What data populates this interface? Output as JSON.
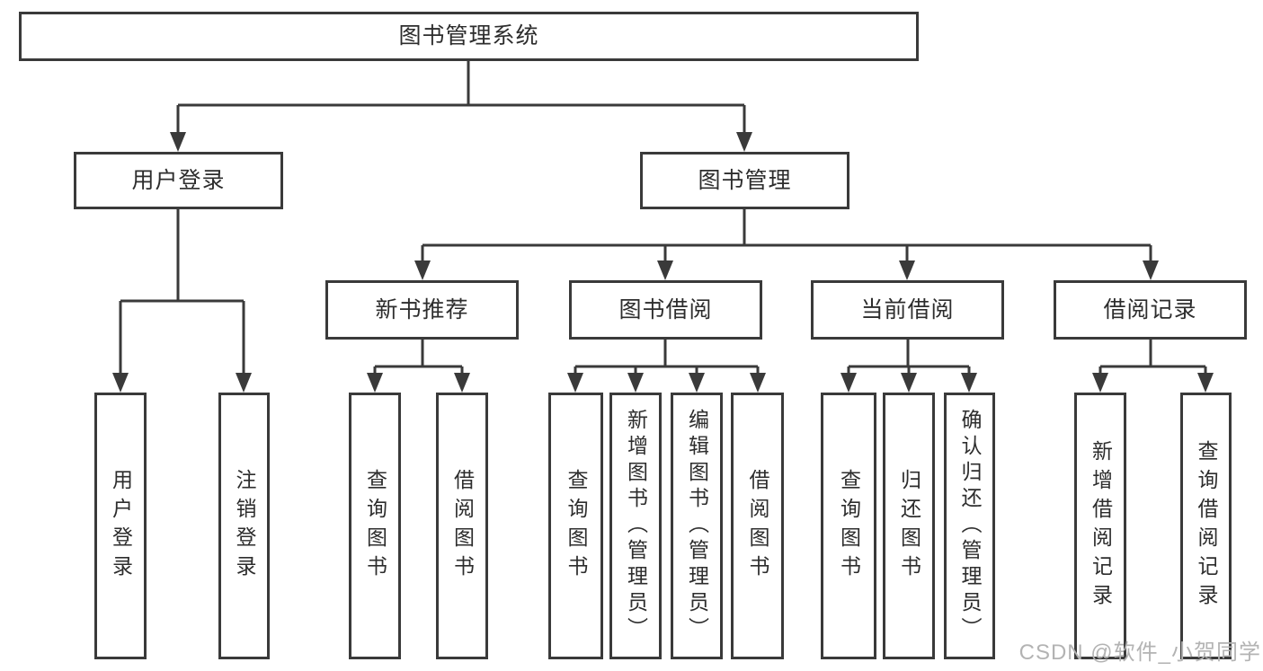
{
  "diagram_title": "图书管理系统",
  "nodes": [
    {
      "id": "library-system",
      "label": "图书管理系统",
      "level": 1
    },
    {
      "id": "user-login",
      "label": "用户登录",
      "level": 2
    },
    {
      "id": "book-management",
      "label": "图书管理",
      "level": 2
    },
    {
      "id": "new-book-recommendation",
      "label": "新书推荐",
      "level": 3
    },
    {
      "id": "book-borrowing",
      "label": "图书借阅",
      "level": 3
    },
    {
      "id": "current-borrowing",
      "label": "当前借阅",
      "level": 3
    },
    {
      "id": "borrowing-records",
      "label": "借阅记录",
      "level": 3
    },
    {
      "id": "leaf-user-login",
      "label": "用户登录",
      "level": 4,
      "parent": "user-login"
    },
    {
      "id": "leaf-logout",
      "label": "注销登录",
      "level": 4,
      "parent": "user-login"
    },
    {
      "id": "leaf-query-books-recommend",
      "label": "查询图书",
      "level": 4,
      "parent": "new-book-recommendation"
    },
    {
      "id": "leaf-borrow-books-recommend",
      "label": "借阅图书",
      "level": 4,
      "parent": "new-book-recommendation"
    },
    {
      "id": "leaf-query-books-borrow",
      "label": "查询图书",
      "level": 4,
      "parent": "book-borrowing"
    },
    {
      "id": "leaf-add-books-admin",
      "label": "新增图书（管理员）",
      "level": 4,
      "parent": "book-borrowing"
    },
    {
      "id": "leaf-edit-books-admin",
      "label": "编辑图书（管理员）",
      "level": 4,
      "parent": "book-borrowing"
    },
    {
      "id": "leaf-borrow-books",
      "label": "借阅图书",
      "level": 4,
      "parent": "book-borrowing"
    },
    {
      "id": "leaf-query-books-current",
      "label": "查询图书",
      "level": 4,
      "parent": "current-borrowing"
    },
    {
      "id": "leaf-return-books",
      "label": "归还图书",
      "level": 4,
      "parent": "current-borrowing"
    },
    {
      "id": "leaf-confirm-return-admin",
      "label": "确认归还（管理员）",
      "level": 4,
      "parent": "current-borrowing"
    },
    {
      "id": "leaf-add-borrow-record",
      "label": "新增借阅记录",
      "level": 4,
      "parent": "borrowing-records"
    },
    {
      "id": "leaf-query-borrow-record",
      "label": "查询借阅记录",
      "level": 4,
      "parent": "borrowing-records"
    }
  ],
  "watermark": "CSDN @软件_小贺同学",
  "colors": {
    "line": "#3a3a3a",
    "box_border": "#3a3a3a",
    "text": "#2d2d2d",
    "watermark": "#b3b3b3",
    "background": "#ffffff"
  }
}
